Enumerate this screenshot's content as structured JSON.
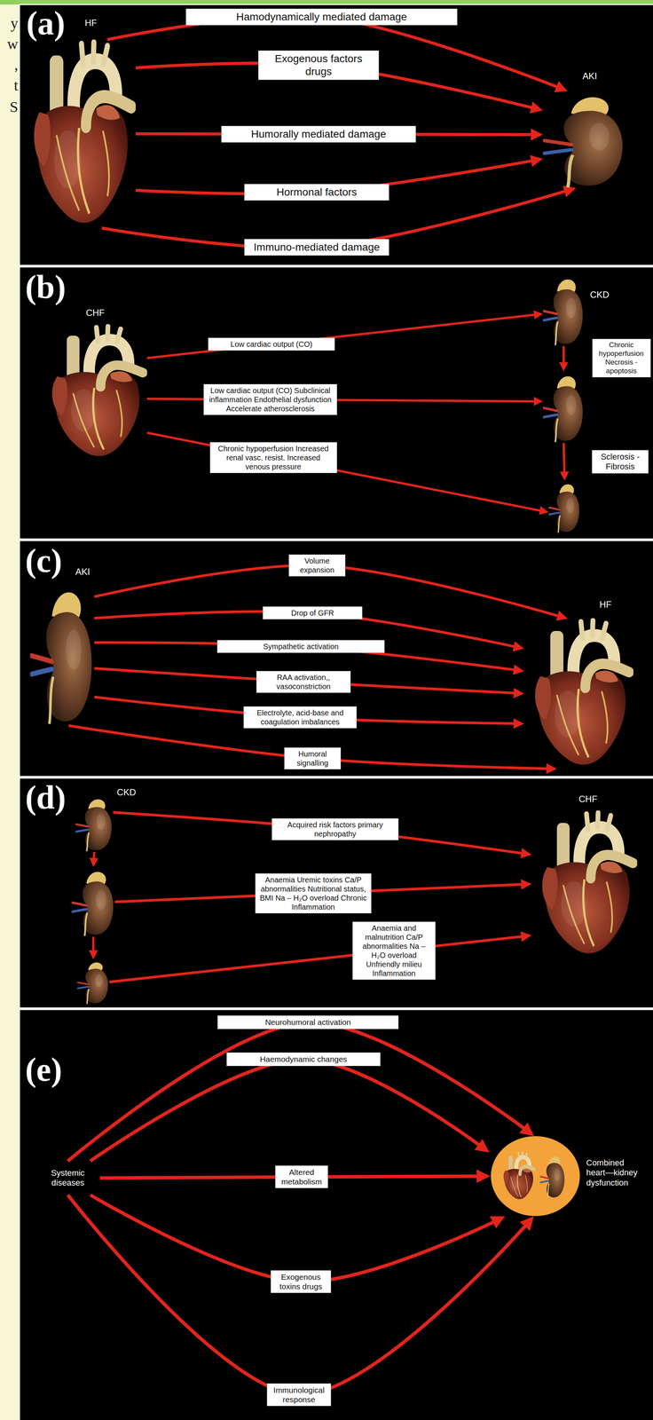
{
  "diagram": {
    "nodes": [
      {
        "text": [
          "HF"
        ]
      },
      {
        "text": [
          "AKI"
        ]
      },
      {
        "text": [
          "CHF"
        ]
      },
      {
        "text": [
          "CKD"
        ]
      },
      {
        "text": []
      },
      {
        "text": []
      },
      {
        "text": [
          "AKI"
        ]
      },
      {
        "text": [
          "HF"
        ]
      },
      {
        "text": [
          "CKD"
        ]
      },
      {
        "text": []
      },
      {
        "text": []
      },
      {
        "text": [
          "CHF"
        ]
      },
      {
        "text": [
          "Systemic diseases"
        ]
      },
      {
        "text": [
          "Combined heart—kidney dysfunction"
        ]
      }
    ],
    "edges": [
      {
        "from": 0,
        "to": 1,
        "label": "Hamodynamically mediated damage",
        "arrow": "to"
      },
      {
        "from": 0,
        "to": 1,
        "label": "Exogenous factors drugs",
        "arrow": "to"
      },
      {
        "from": 0,
        "to": 1,
        "label": "Humorally mediated damage",
        "arrow": "to"
      },
      {
        "from": 0,
        "to": 1,
        "label": "Hormonal factors",
        "arrow": "to"
      },
      {
        "from": 0,
        "to": 1,
        "label": "Immuno-mediated damage",
        "arrow": "to"
      },
      {
        "from": 2,
        "to": 3,
        "label": "Low cardiac output (CO)",
        "arrow": "to"
      },
      {
        "from": 2,
        "to": 4,
        "label": "Low cardiac output (CO) Subclinical inflammation Endothelial dysfunction Accelerate atherosclerosis",
        "arrow": "to"
      },
      {
        "from": 2,
        "to": 5,
        "label": "Chronic hypoperfusion Increased renal vasc. resist. Increased venous pressure",
        "arrow": "to"
      },
      {
        "from": 3,
        "to": 4,
        "label": "Chronic hypoperfusion Necrosis - apoptosis",
        "arrow": "to"
      },
      {
        "from": 4,
        "to": 5,
        "label": "Sclerosis - Fibrosis",
        "arrow": "to"
      },
      {
        "from": 6,
        "to": 7,
        "label": "Volume expansion",
        "arrow": "to"
      },
      {
        "from": 6,
        "to": 7,
        "label": "Drop of GFR",
        "arrow": "to"
      },
      {
        "from": 6,
        "to": 7,
        "label": "Sympathetic activation",
        "arrow": "to"
      },
      {
        "from": 6,
        "to": 7,
        "label": "RAA activation,, vasoconstriction",
        "arrow": "to"
      },
      {
        "from": 6,
        "to": 7,
        "label": "Electrolyte, acid-base and coagulation imbalances",
        "arrow": "to"
      },
      {
        "from": 6,
        "to": 7,
        "label": "Humoral signalling",
        "arrow": "to"
      },
      {
        "from": 8,
        "to": 11,
        "label": "Acquired risk factors primary nephropathy",
        "arrow": "to"
      },
      {
        "from": 9,
        "to": 11,
        "label": "Anaemia Uremic toxins Ca/P abnormalities Nutritional status, BMI Na – H₂O overload Chronic Inflammation",
        "arrow": "to"
      },
      {
        "from": 10,
        "to": 11,
        "label": "Anaemia and malnutrition Ca/P abnormalities Na – H₂O overload Unfriendly milieu Inflammation",
        "arrow": "to"
      },
      {
        "from": 8,
        "to": 9,
        "arrow": "to"
      },
      {
        "from": 9,
        "to": 10,
        "arrow": "to"
      },
      {
        "from": 12,
        "to": 13,
        "label": "Neurohumoral activation",
        "arrow": "to"
      },
      {
        "from": 12,
        "to": 13,
        "label": "Haemodynamic changes",
        "arrow": "to"
      },
      {
        "from": 12,
        "to": 13,
        "label": "Altered metabolism",
        "arrow": "to"
      },
      {
        "from": 12,
        "to": 13,
        "label": "Exogenous toxins drugs",
        "arrow": "to"
      },
      {
        "from": 12,
        "to": 13,
        "label": "Immunological response",
        "arrow": "to"
      }
    ],
    "labels": [
      "y",
      "w",
      ",",
      "t",
      "S",
      "(a)",
      "(b)",
      "(c)",
      "(d)",
      "(e)"
    ]
  }
}
